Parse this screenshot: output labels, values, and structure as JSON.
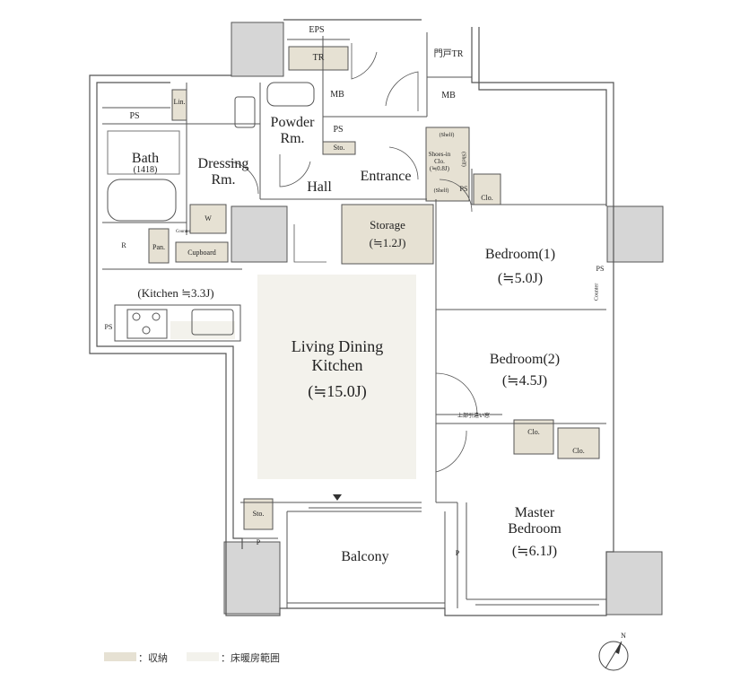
{
  "colors": {
    "wall": "#555555",
    "storage_fill": "#e6e1d3",
    "floor_heating_fill": "#f3f2ec",
    "column_fill": "#d6d6d6",
    "text": "#222222"
  },
  "rooms": {
    "eps": "EPS",
    "tr": "TR",
    "gate_tr": "門戸TR",
    "mb1": "MB",
    "mb2": "MB",
    "ps_top": "PS",
    "ps_powder": "PS",
    "ps_entrance": "PS",
    "ps_right": "PS",
    "ps_left": "PS",
    "lin": "Lin.",
    "powder": "Powder\nRm.",
    "sto_hall": "Sto.",
    "bath": "Bath",
    "bath_size": "(1418)",
    "dressing": "Dressing\nRm.",
    "hall": "Hall",
    "entrance": "Entrance",
    "shelf_top": "(Shelf)",
    "shelf_side": "(Shelf)",
    "shelf_bottom": "(Shelf)",
    "shoes_in": "Shoes-in\nClo.\n(≒0.8J)",
    "clo_entrance": "Clo.",
    "washer": "W",
    "counter_small": "Counter",
    "counter_right": "Counter",
    "refrigerator": "R",
    "pantry": "Pan.",
    "cupboard": "Cupboard",
    "storage": "Storage",
    "storage_size": "(≒1.2J)",
    "bedroom1": "Bedroom(1)",
    "bedroom1_size": "(≒5.0J)",
    "kitchen": "(Kitchen ≒3.3J)",
    "ldk": "Living Dining\nKitchen",
    "ldk_size": "(≒15.0J)",
    "bedroom2": "Bedroom(2)",
    "bedroom2_size": "(≒4.5J)",
    "sliding_door_note": "上部引違い窓",
    "clo_bed2": "Clo.",
    "clo_master": "Clo.",
    "master": "Master\nBedroom",
    "master_size": "(≒6.1J)",
    "sto_balcony": "Sto.",
    "p_left": "P",
    "p_right": "P",
    "balcony": "Balcony"
  },
  "legend": {
    "storage": "：収納",
    "floor_heating": "：床暖房範囲"
  },
  "compass": {
    "label": "N"
  }
}
